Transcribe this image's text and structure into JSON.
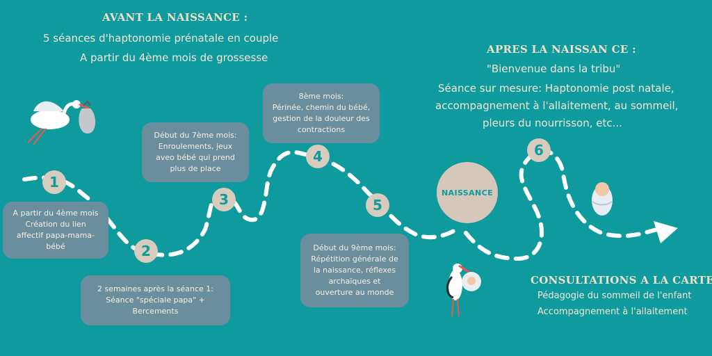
{
  "avant": {
    "heading": "AVANT LA NAISSANCE :",
    "line1": "5 séances d'haptonomie prénatale en couple",
    "line2": "A partir du 4ème mois de grossesse"
  },
  "apres": {
    "heading": "APRES LA NAISSAN CE :",
    "line1": "\"Bienvenue dans la tribu\"",
    "line2": "Séance sur mesure: Haptonomie post natale,",
    "line3": "accompagnement à l'allaitement, au sommeil,",
    "line4": "pleurs du nourrisson, etc..."
  },
  "consultations": {
    "heading": "CONSULTATIONS A LA CARTE:",
    "line1": "Pédagogie du sommeil de l'enfant",
    "line2": "Accompagnement à l'allaitement"
  },
  "steps": [
    "1",
    "2",
    "3",
    "4",
    "5",
    "6"
  ],
  "naissance": "NAISSANCE",
  "bubbles": {
    "b1": [
      "A partir du 4ème mois",
      "Création du lien",
      "affectif papa-mama-",
      "bébé"
    ],
    "b2": [
      "2 semaines après la séance 1:",
      "Séance \"spéciale papa\" +",
      "Bercements"
    ],
    "b3": [
      "Début du 7ème mois:",
      "Enroulements, jeux",
      "aveo bébé qui prend",
      "plus de place"
    ],
    "b4": [
      "8ème mois:",
      "Périnée, chemin du bébé,",
      "gestion de la douleur des",
      "contractions"
    ],
    "b5": [
      "Début du 9ème mois:",
      "Répétition générale de",
      "la naissance, réflexes",
      "archaïques et",
      "ouverture au monde"
    ]
  },
  "colors": {
    "background": "#0f9a9d",
    "bubble": "#6b8e9e",
    "step_circle": "#d8ccbf",
    "heading": "#efe2ca",
    "path": "#ffffff"
  },
  "icons": [
    "stork-carrying-bundle-icon",
    "stork-with-baby-icon",
    "swaddled-baby-icon",
    "path-arrowhead-icon"
  ]
}
